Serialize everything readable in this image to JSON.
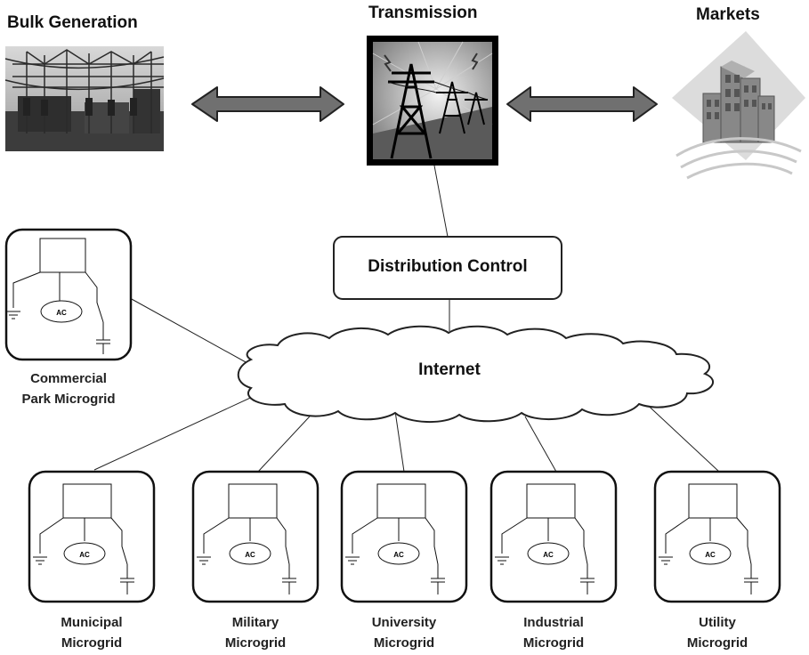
{
  "headers": {
    "bulk_generation": "Bulk Generation",
    "transmission": "Transmission",
    "markets": "Markets"
  },
  "distribution_control": "Distribution Control",
  "internet": "Internet",
  "microgrid_component_label": "AC",
  "microgrids": [
    {
      "line1": "Commercial",
      "line2": "Park Microgrid"
    },
    {
      "line1": "Municipal",
      "line2": "Microgrid"
    },
    {
      "line1": "Military",
      "line2": "Microgrid"
    },
    {
      "line1": "University",
      "line2": "Microgrid"
    },
    {
      "line1": "Industrial",
      "line2": "Microgrid"
    },
    {
      "line1": "Utility",
      "line2": "Microgrid"
    }
  ],
  "colors": {
    "arrow_fill": "#707070",
    "stroke": "#222222",
    "transmission_bg": "#8a8a8a",
    "photo_bg": "#5a5a5a"
  },
  "icons": [
    "power-plant-photo",
    "transmission-tower-icon",
    "city-buildings-icon",
    "ac-generator-icon",
    "ground-icon",
    "switch-icon",
    "capacitor-icon"
  ]
}
